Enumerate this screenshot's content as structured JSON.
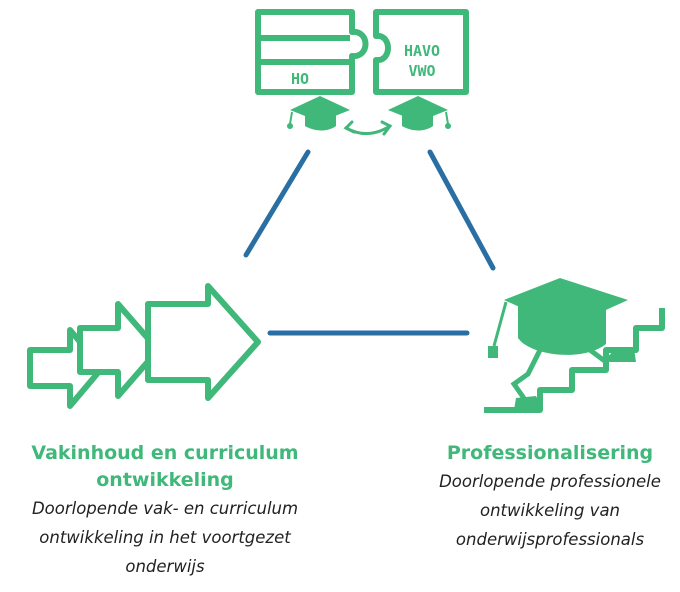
{
  "colors": {
    "green": "#3fb87a",
    "blue": "#2a6fa3",
    "text": "#222222"
  },
  "top_node": {
    "puzzle_left_label": "HO",
    "puzzle_right_label_line1": "HAVO",
    "puzzle_right_label_line2": "VWO",
    "icons": [
      "puzzle-icon",
      "graduation-cap-icon",
      "exchange-arrows-icon"
    ]
  },
  "left_node": {
    "icon": "chevron-arrows-icon",
    "title_line1": "Vakinhoud en curriculum",
    "title_line2": "ontwikkeling",
    "desc_line1": "Doorlopende vak- en curriculum",
    "desc_line2": "ontwikkeling in het voortgezet",
    "desc_line3": "onderwijs"
  },
  "right_node": {
    "icon": "cap-walking-up-stairs-icon",
    "title": "Professionalisering",
    "desc_line1": "Doorlopende professionele",
    "desc_line2": "ontwikkeling van",
    "desc_line3": "onderwijsprofessionals"
  }
}
